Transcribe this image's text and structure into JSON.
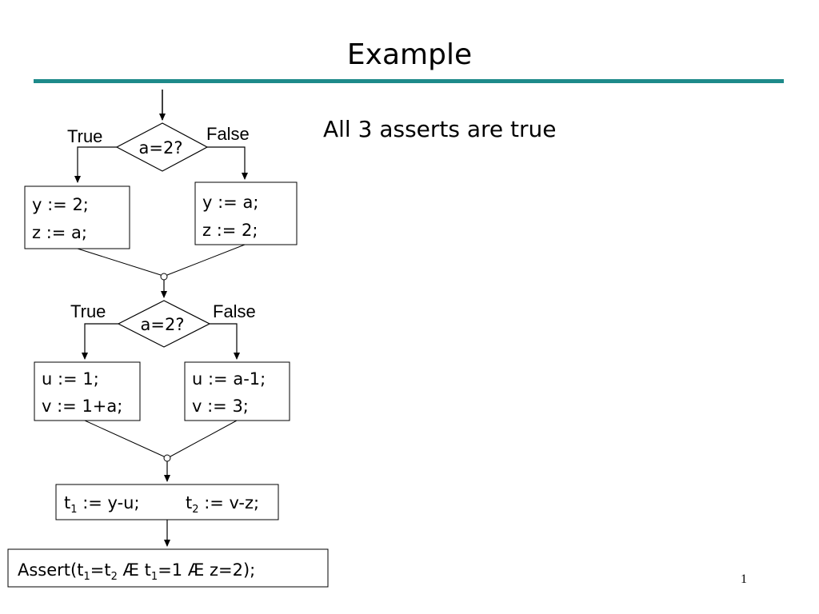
{
  "slide": {
    "title": "Example",
    "note": "All 3 asserts are true",
    "page_number": "1"
  },
  "diagram": {
    "branch1": {
      "condition": "a=2?",
      "true_label": "True",
      "false_label": "False",
      "true_block": [
        "y := 2;",
        "z := a;"
      ],
      "false_block": [
        "y := a;",
        "z := 2;"
      ]
    },
    "branch2": {
      "condition": "a=2?",
      "true_label": "True",
      "false_label": "False",
      "true_block": [
        "u := 1;",
        "v := 1+a;"
      ],
      "false_block": [
        "u := a-1;",
        "v := 3;"
      ]
    },
    "assign": {
      "t1_var": "t",
      "t1_sub": "1",
      "t1_expr": " := y-u;",
      "t2_var": "t",
      "t2_sub": "2",
      "t2_expr": " := v-z;"
    },
    "assert": {
      "prefix": "Assert(t",
      "sub_a": "1",
      "eq1": "=t",
      "sub_b": "2",
      "and1": " Æ t",
      "sub_c": "1",
      "eq2": "=1 Æ z=2);"
    }
  }
}
